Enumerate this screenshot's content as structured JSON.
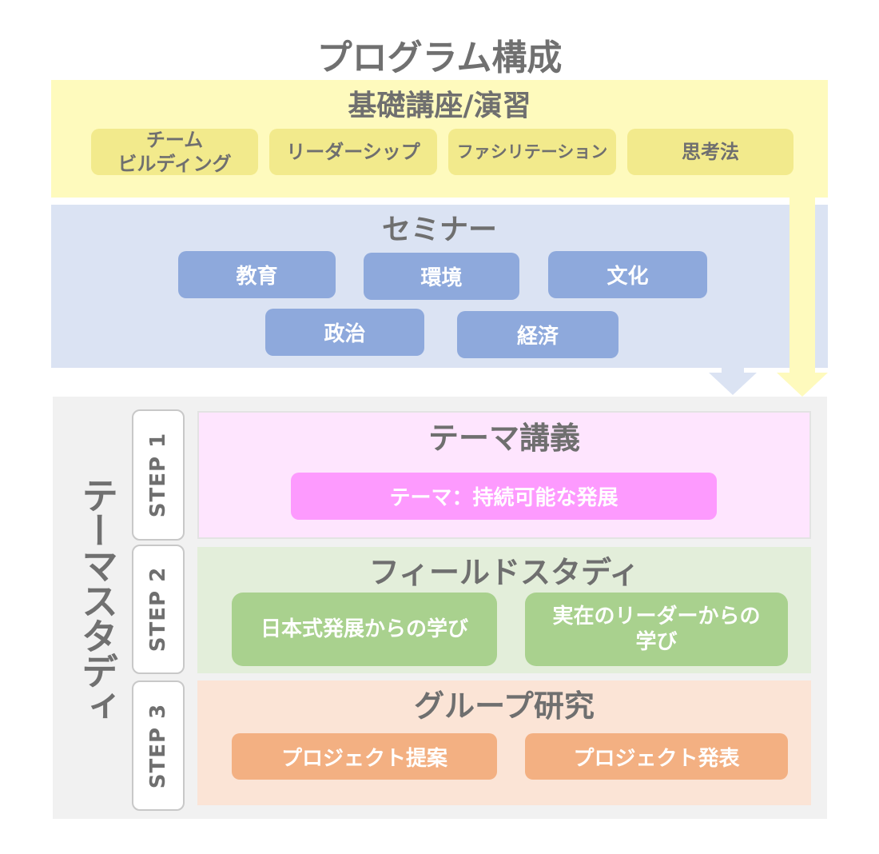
{
  "title": "プログラム構成",
  "basic": {
    "title": "基礎講座/演習",
    "items": [
      "チーム\nビルディング",
      "リーダーシップ",
      "ファシリテーション",
      "思考法"
    ]
  },
  "seminar": {
    "title": "セミナー",
    "items": [
      "教育",
      "環境",
      "文化",
      "政治",
      "経済"
    ]
  },
  "theme_study": {
    "label": "テーマスタディ",
    "steps": [
      {
        "step": "STEP 1",
        "title": "テーマ講義",
        "items": [
          "テーマ：持続可能な発展"
        ]
      },
      {
        "step": "STEP 2",
        "title": "フィールドスタディ",
        "items": [
          "日本式発展からの学び",
          "実在のリーダーからの\n学び"
        ]
      },
      {
        "step": "STEP 3",
        "title": "グループ研究",
        "items": [
          "プロジェクト提案",
          "プロジェクト発表"
        ]
      }
    ]
  },
  "colors": {
    "basic_bg": "#fefabd",
    "basic_box": "#f2ea8c",
    "seminar_bg": "#dbe3f3",
    "seminar_box": "#8ea9dc",
    "step1_bg": "#fee5fe",
    "step1_box": "#fd9afe",
    "step2_bg": "#e3eeda",
    "step2_box": "#a9d18e",
    "step3_bg": "#fbe4d6",
    "step3_box": "#f3b082"
  }
}
